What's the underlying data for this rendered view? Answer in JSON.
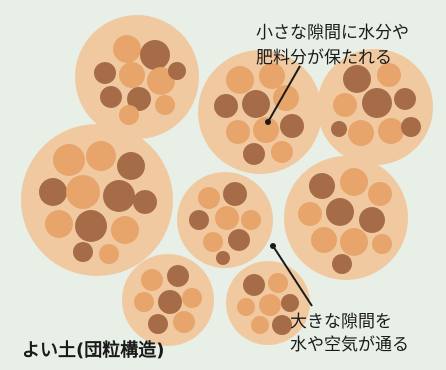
{
  "diagram": {
    "caption": "よい土(団粒構造)",
    "annotations": {
      "small_gaps": [
        "小さな隙間に水分や",
        "肥料分が保たれる"
      ],
      "large_gaps": [
        "大きな隙間を",
        "水や空気が通る"
      ]
    },
    "colors": {
      "background": "#e8efe6",
      "aggregate_fill": "#f0c9a0",
      "particle_light": "#e7a46b",
      "particle_dark": "#a66c47",
      "pointer": "#1a1a1a"
    }
  }
}
